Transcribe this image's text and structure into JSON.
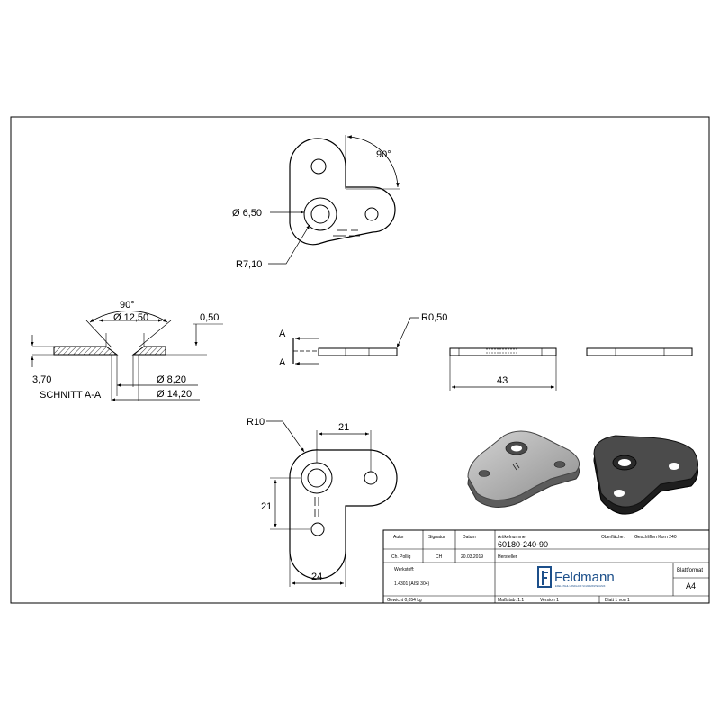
{
  "dims": {
    "top_angle": "90°",
    "hole_dia": "Ø 6,50",
    "radius_7": "R7,10",
    "section_angle": "90°",
    "csk_dia": "Ø 12,50",
    "thickness": "0,50",
    "depth": "3,70",
    "hole_8": "Ø 8,20",
    "hole_14": "Ø 14,20",
    "section_title": "SCHNITT A-A",
    "section_marker_top": "A",
    "section_marker_bottom": "A",
    "edge_radius": "R0,50",
    "length_43": "43",
    "radius_10": "R10",
    "dim_21_h": "21",
    "dim_21_v": "21",
    "dim_24": "24"
  },
  "title_block": {
    "hdr_author": "Autor",
    "hdr_signature": "Signatur",
    "hdr_date": "Datum",
    "hdr_article": "Artikelnummer",
    "hdr_surface_label": "Oberfläche:",
    "surface_value": "Geschliffen Korn 240",
    "author_value": "Ch. Pollig",
    "signature_value": "CH",
    "date_value": "20.03.2019",
    "article_number": "60180-240-90",
    "manufacturer_label": "Hersteller",
    "material_label": "Werkstoff:",
    "material_value": "1.4301 (AISI 304)",
    "company_name": "Feldmann",
    "company_tagline": "EDELSTAHL HANDLAUF SCHWEISSTECHNIK",
    "format_label": "Blattformat",
    "format_value": "A4",
    "weight": "Gewicht 0,054 kg",
    "scale": "Maßstab: 1:1",
    "version": "Version 1",
    "sheet": "Blatt 1 von 1"
  }
}
